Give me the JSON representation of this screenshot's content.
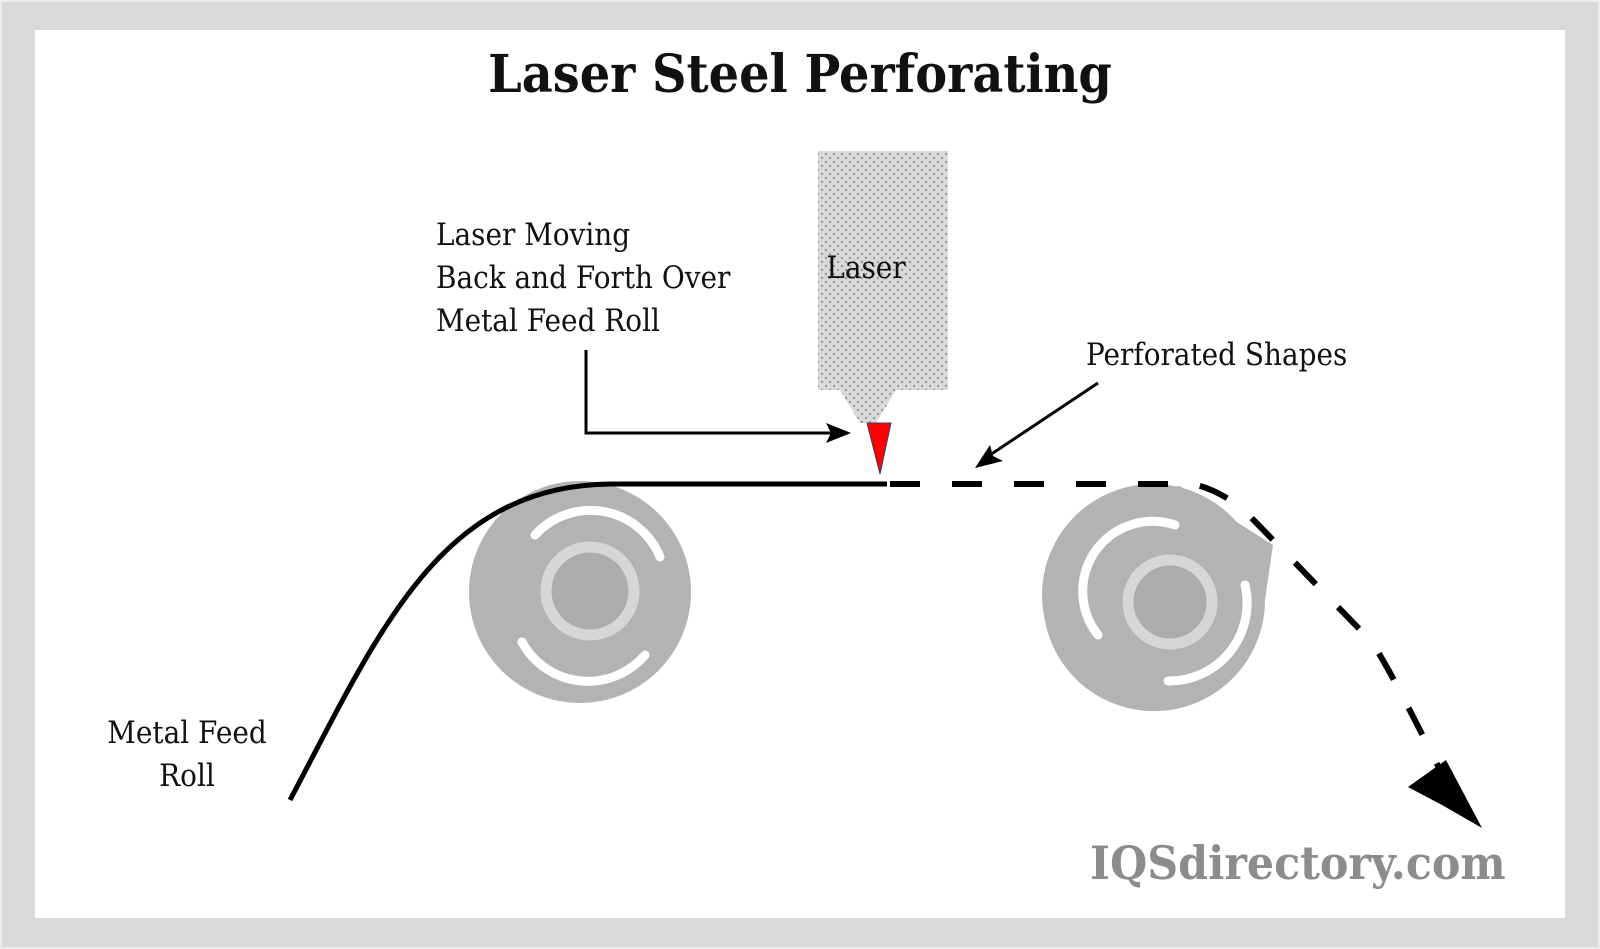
{
  "diagram": {
    "title": "Laser Steel Perforating",
    "labels": {
      "laser_moving": [
        "Laser Moving",
        "Back and Forth Over",
        "Metal Feed Roll"
      ],
      "laser": "Laser",
      "perforated_shapes": "Perforated Shapes",
      "metal_feed_roll": [
        "Metal Feed",
        "Roll"
      ]
    },
    "watermark": "IQSdirectory.com",
    "colors": {
      "frame": "#d9d9d9",
      "background": "#ffffff",
      "roller": "#b3b3b3",
      "roller_ring": "#d6d6d6",
      "roller_core": "#acacac",
      "laser_body": "#d9d9d9",
      "laser_dots": "#9a9a9a",
      "laser_beam": "#ff0000",
      "line": "#000000",
      "watermark": "#8c8c8c"
    }
  }
}
